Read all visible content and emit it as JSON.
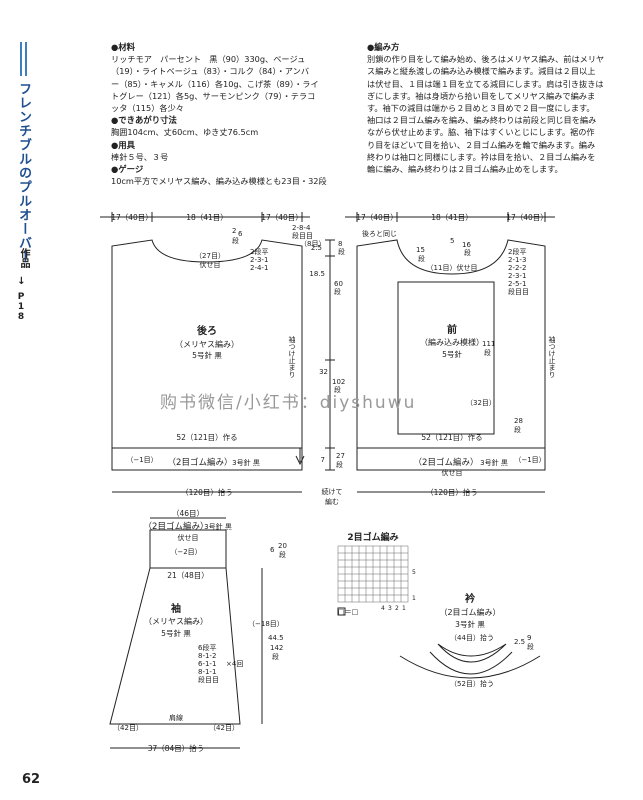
{
  "title": "フレンチブルのプルオーバー",
  "ref_label": "作品",
  "ref_page": "P18",
  "materials": {
    "heading": "●材料",
    "lines": [
      "リッチモア　パーセント　黒（90）330g、ベージュ",
      "（19）・ライトベージュ（83）・コルク（84）・アンバ",
      "ー（85）・キャメル（116）各10g、こげ茶（89）・ライ",
      "トグレー（121）各5g、サーモンピンク（79）・テラコ",
      "ッタ（115）各少々"
    ]
  },
  "size": {
    "heading": "●できあがり寸法",
    "text": "胸囲104cm、丈60cm、ゆき丈76.5cm"
  },
  "tools": {
    "heading": "●用具",
    "text": "棒針５号、３号"
  },
  "gauge": {
    "heading": "●ゲージ",
    "text": "10cm平方でメリヤス編み、編み込み模様とも23目・32段"
  },
  "method": {
    "heading": "●編み方",
    "lines": [
      "別鎖の作り目をして編み始め、後ろはメリヤス編み、前はメリヤ",
      "ス編みと縦糸渡しの編み込み模様で編みます。減目は２目以上",
      "は伏せ目、１目は端１目を立てる減目にします。肩は引き抜きは",
      "ぎにします。袖は身頃から拾い目をしてメリヤス編みで編みま",
      "す。袖下の減目は端から２目めと３目めで２目一度にします。",
      "袖口は２目ゴム編みを編み、編み終わりは前段と同じ目を編み",
      "ながら伏せ止めます。脇、袖下はすくいとじにします。裾の作",
      "り目をほどいて目を拾い、２目ゴム編みを輪で編みます。編み",
      "終わりは袖口と同様にします。衿は目を拾い、２目ゴム編みを",
      "輪に編み、編み終わりは２目ゴム編み止めをします。"
    ]
  },
  "back": {
    "top_dims": [
      "17（40目）",
      "18（41目）",
      "17（40目）"
    ],
    "neck": [
      "2",
      "6",
      "段"
    ],
    "neck_bind": [
      "（27目）",
      "伏せ目"
    ],
    "shoulder_dec": [
      "2段平",
      "2-3-1",
      "2-4-1"
    ],
    "shoulder_side": [
      "2-8-4",
      "段目目",
      "（8目）"
    ],
    "title": "後ろ",
    "stitch": "（メリヤス編み）",
    "needle": "5号針 黒",
    "side_label": "袖つけ止まり",
    "width": "52（121目）作る",
    "rib": "（2目ゴム編み）",
    "rib_needle": "3号針 黒",
    "dec": "（−1目）",
    "pickup": "（120目）拾う"
  },
  "front": {
    "top_dims": [
      "17（40目）",
      "18（41目）",
      "17（40目）"
    ],
    "same": "後ろと同じ",
    "neck_a": [
      "5",
      "16",
      "段"
    ],
    "neck_b": [
      "15",
      "段"
    ],
    "neck_bind": "（11目）伏せ目",
    "neck_dec": [
      "2段平",
      "2-1-3",
      "2-2-2",
      "2-3-1",
      "2-5-1",
      "段目目"
    ],
    "title": "前",
    "stitch": "（編み込み模様）",
    "needle": "5号針",
    "chart_rows": [
      "111",
      "段"
    ],
    "side_label": "袖つけ止まり",
    "width_note": "（32目）",
    "rows_28": [
      "28",
      "段"
    ],
    "width": "52（121目）作る",
    "rib": "（2目ゴム編み）",
    "rib_needle": "3号針 黒",
    "bind_off": "伏せ目",
    "dec": "（−1目）",
    "pickup": "（120目）拾う"
  },
  "center_dims": {
    "d25": "2.5",
    "d8": [
      "8",
      "段"
    ],
    "d185": "18.5",
    "d60": [
      "60",
      "段"
    ],
    "d32": "32",
    "d102": [
      "102",
      "段"
    ],
    "d7": "7",
    "d27": [
      "27",
      "段"
    ],
    "continue": [
      "続けて",
      "編む"
    ]
  },
  "sleeve": {
    "top": "（46目）",
    "rib": "（2目ゴム編み）",
    "rib_needle": "3号針 黒",
    "bind_off": "伏せ目",
    "dec": "（−2目）",
    "cuff_rows": [
      "6",
      "20",
      "段"
    ],
    "width": "21（48目）",
    "title": "袖",
    "stitch": "（メリヤス編み）",
    "needle": "5号針 黒",
    "minus18": "（−18目）",
    "incdec": [
      "6段平",
      "8-1-2",
      "6-1-1",
      "8-1-1",
      "段目目"
    ],
    "times": "×4回",
    "len": [
      "44.5",
      "142",
      "段"
    ],
    "armhole": "肩線",
    "bottom_side": "（42目）",
    "pickup": "37（84目）拾う"
  },
  "chart": {
    "title": "2目ゴム編み",
    "legend": "□＝□",
    "row_nums": [
      "5",
      "1"
    ],
    "col_nums": [
      "4",
      "3",
      "2",
      "1"
    ]
  },
  "collar": {
    "title": "衿",
    "stitch": "（2目ゴム編み）",
    "needle": "3号針 黒",
    "pickup_top": "（44目）拾う",
    "depth": [
      "2.5",
      "9",
      "段"
    ],
    "pickup_bottom": "（52目）拾う"
  },
  "watermark": "购书微信/小红书：diyshuwu",
  "page_number": "62",
  "colors": {
    "accent": "#1e4f8f",
    "bar": "#3f7fc0",
    "ink": "#222222"
  }
}
